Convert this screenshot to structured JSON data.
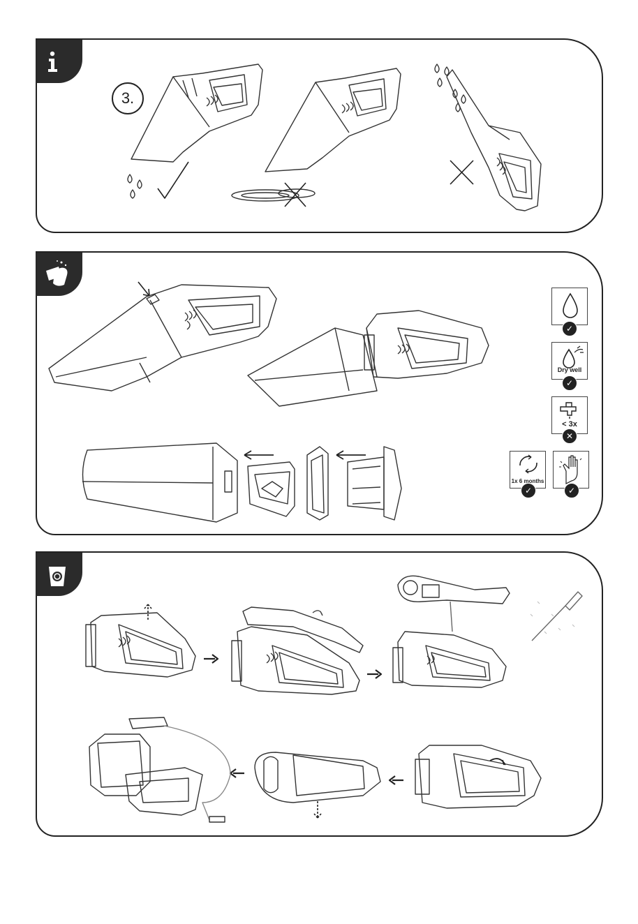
{
  "info_panel": {
    "step_label": "3."
  },
  "clean_panel": {
    "icons": [
      {
        "name": "water-drop-icon",
        "caption": "",
        "status": "ok"
      },
      {
        "name": "dry-well-icon",
        "caption": "Dry well",
        "status": "ok"
      },
      {
        "name": "tap-icon",
        "caption": "< 3x",
        "status": "no"
      },
      {
        "name": "replace-cycle-icon",
        "caption": "1x 6 months",
        "status": "ok"
      },
      {
        "name": "clean-hand-icon",
        "caption": "",
        "status": "ok"
      }
    ]
  },
  "colors": {
    "line": "#222222",
    "tab": "#2b2b2b",
    "light_line": "#9a9a9a"
  }
}
